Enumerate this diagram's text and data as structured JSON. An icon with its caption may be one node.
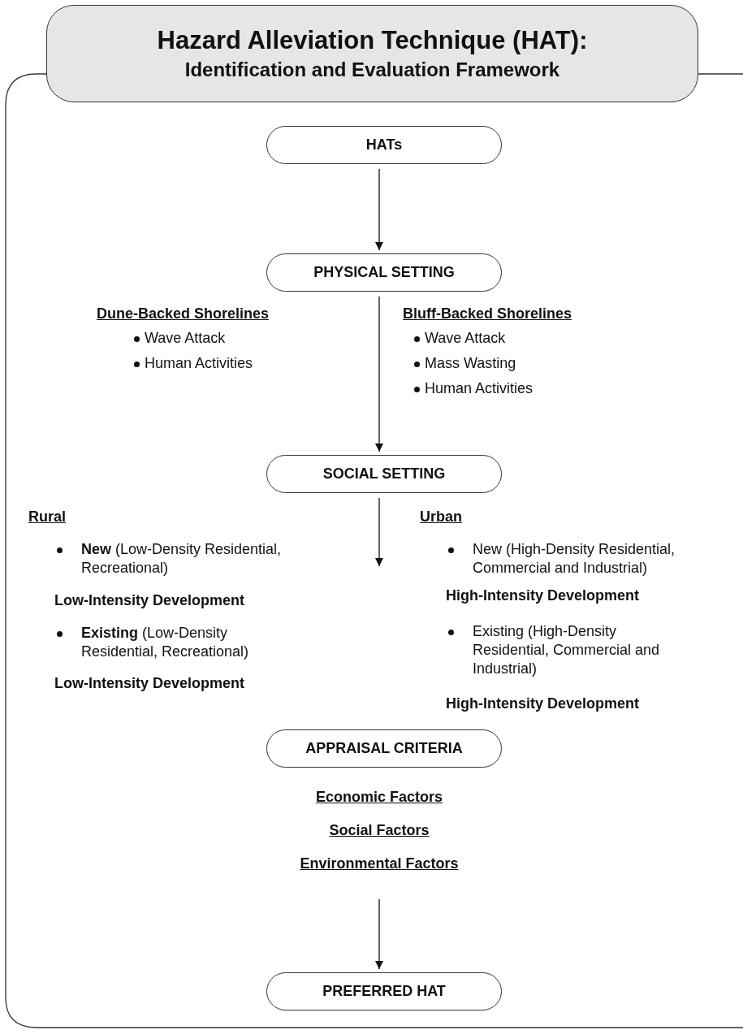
{
  "diagram": {
    "title": [
      "Hazard Alleviation Technique (HAT):",
      "Identification and Evaluation Framework"
    ],
    "nodes": [
      {
        "text": [
          "HATs"
        ]
      },
      {
        "text": [
          "PHYSICAL SETTING"
        ]
      },
      {
        "text": [
          "SOCIAL SETTING"
        ]
      },
      {
        "text": [
          "APPRAISAL CRITERIA"
        ]
      },
      {
        "text": [
          "PREFERRED HAT"
        ]
      }
    ],
    "edges": [
      {
        "from": 0,
        "to": 1,
        "arrow": "to"
      },
      {
        "from": 1,
        "to": 2,
        "arrow": "to"
      },
      {
        "from": 2,
        "to": null,
        "arrow": "to"
      },
      {
        "from": null,
        "to": 4,
        "arrow": "to"
      }
    ],
    "labels": [
      "Dune-Backed Shorelines",
      "Wave Attack",
      "Human Activities",
      "Bluff-Backed Shorelines",
      "Wave Attack",
      "Mass Wasting",
      "Human Activities",
      "Rural",
      "**New** (Low-Density Residential, Recreational)",
      "Low-Intensity Development",
      "**Existing** (Low-Density Residential, Recreational)",
      "Low-Intensity Development",
      "Urban",
      "New (High-Density Residential, Commercial and Industrial)",
      "High-Intensity Development",
      "Existing (High-Density Residential, Commercial and Industrial)",
      "High-Intensity Development",
      "Economic Factors",
      "Social Factors",
      "Environmental Factors"
    ]
  }
}
